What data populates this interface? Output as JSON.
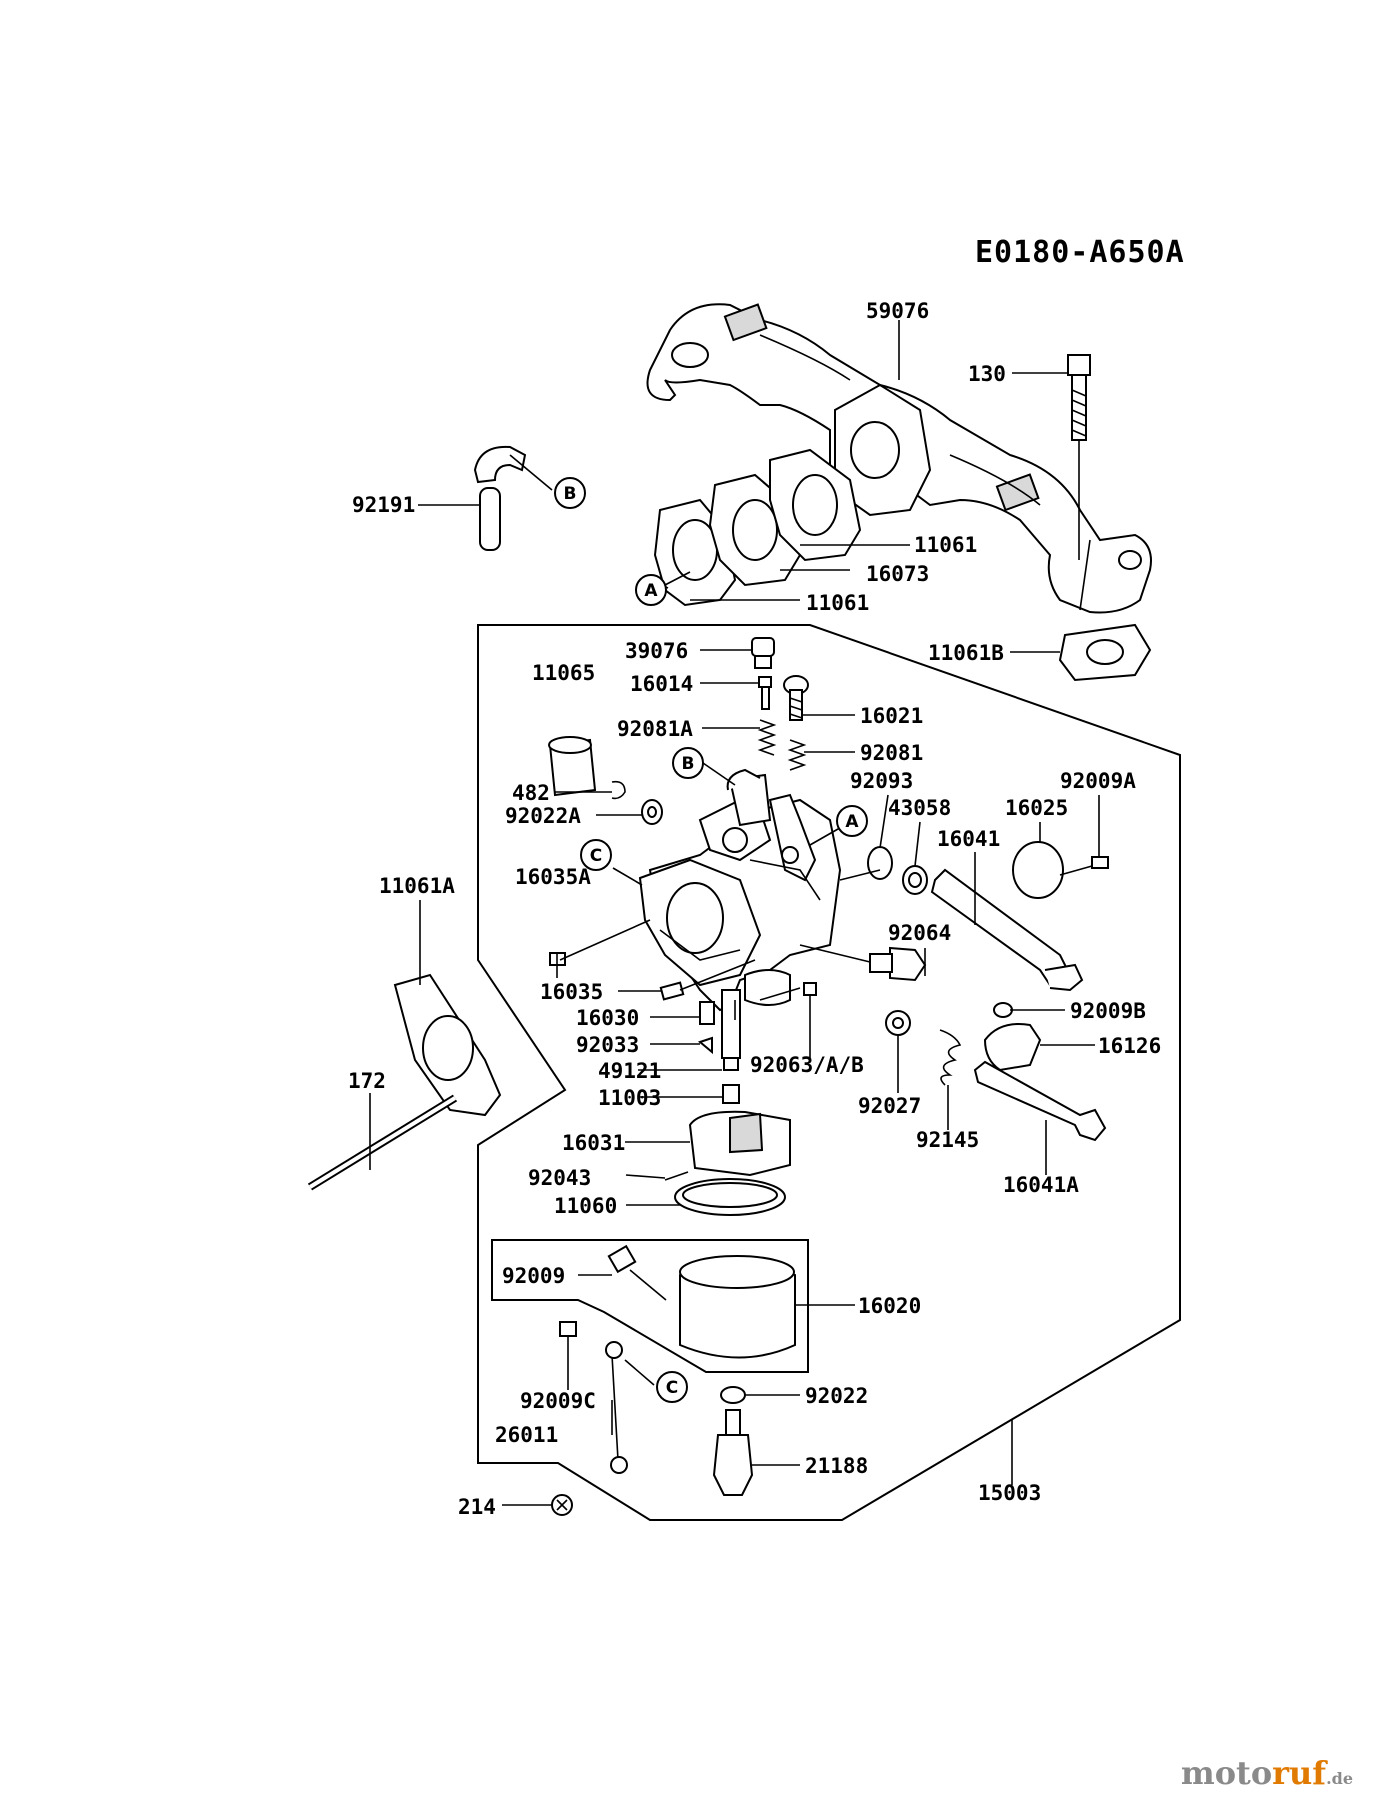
{
  "diagram_code": "E0180-A650A",
  "ref_markers": {
    "a": "A",
    "b": "B",
    "c": "C"
  },
  "parts": {
    "p59076": "59076",
    "p130": "130",
    "p92191": "92191",
    "p11061_1": "11061",
    "p16073": "16073",
    "p11061_2": "11061",
    "p11061B": "11061B",
    "p39076": "39076",
    "p11065": "11065",
    "p16014": "16014",
    "p16021": "16021",
    "p92081A": "92081A",
    "p92081": "92081",
    "p482": "482",
    "p92093": "92093",
    "p92009A": "92009A",
    "p92022A": "92022A",
    "p43058": "43058",
    "p16025": "16025",
    "p16041": "16041",
    "p16035A": "16035A",
    "p11061A": "11061A",
    "p92064": "92064",
    "p16035": "16035",
    "p16030": "16030",
    "p92009B": "92009B",
    "p92033": "92033",
    "p16126": "16126",
    "p49121": "49121",
    "p92063AB": "92063/A/B",
    "p11003": "11003",
    "p92027": "92027",
    "p172": "172",
    "p92145": "92145",
    "p16031": "16031",
    "p16041A": "16041A",
    "p92043": "92043",
    "p11060": "11060",
    "p92009": "92009",
    "p16020": "16020",
    "p92009C": "92009C",
    "p92022": "92022",
    "p26011": "26011",
    "p21188": "21188",
    "p214": "214",
    "p15003": "15003"
  },
  "watermark": {
    "main": "moto",
    "accent": "ruf",
    "tld": ".de"
  }
}
